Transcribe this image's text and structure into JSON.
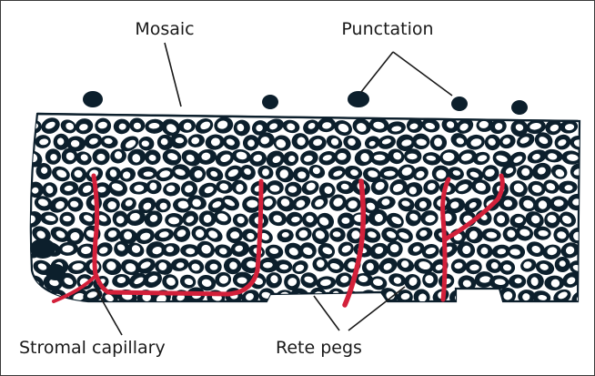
{
  "labels": {
    "mosaic": "Mosaic",
    "punctation": "Punctation",
    "stromal_capillary": "Stromal capillary",
    "rete_pegs": "Rete pegs"
  },
  "colors": {
    "cell_ink": "#0c1f2c",
    "capillary": "#d3203a",
    "background": "#ffffff",
    "text": "#1a1a1a"
  },
  "icons": {
    "cells": "epithelial-cell-texture",
    "dots": "punctation-dot"
  }
}
